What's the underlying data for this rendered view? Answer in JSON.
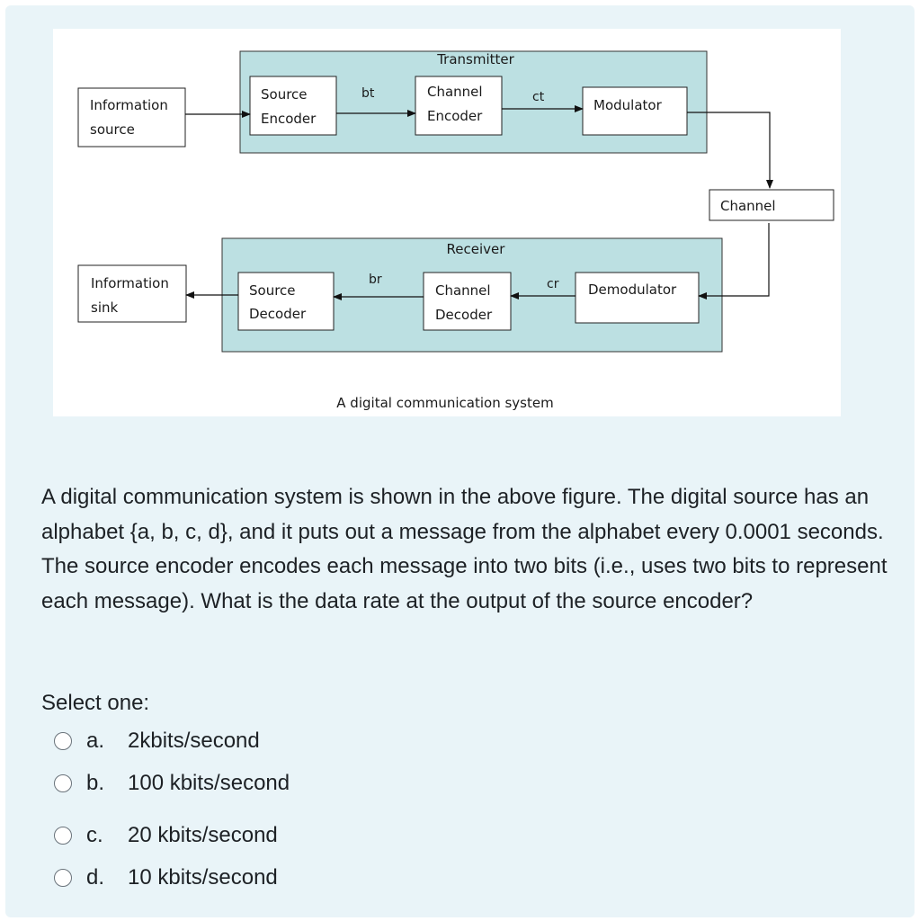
{
  "figure": {
    "transmitter_label": "Transmitter",
    "receiver_label": "Receiver",
    "info_source": [
      "Information",
      "source"
    ],
    "info_sink": [
      "Information",
      "sink"
    ],
    "source_encoder": [
      "Source",
      "Encoder"
    ],
    "channel_encoder": [
      "Channel",
      "Encoder"
    ],
    "modulator": "Modulator",
    "channel": "Channel",
    "demodulator": "Demodulator",
    "channel_decoder": [
      "Channel",
      "Decoder"
    ],
    "source_decoder": [
      "Source",
      "Decoder"
    ],
    "signal_bt": "bt",
    "signal_ct": "ct",
    "signal_br": "br",
    "signal_cr": "cr",
    "caption": "A digital communication system",
    "colors": {
      "block_fill": "#bce0e2",
      "box_border": "#222222"
    }
  },
  "question": {
    "text": "A digital communication system is shown in the above figure.  The digital source has an alphabet {a, b, c, d}, and it puts out a message from the alphabet every 0.0001 seconds. The source encoder encodes each message into two bits (i.e., uses two bits to represent each message). What is the data rate at the output of the source encoder?",
    "select_label": "Select one:",
    "options": [
      {
        "letter": "a.",
        "text": "2kbits/second"
      },
      {
        "letter": "b.",
        "text": "100 kbits/second"
      },
      {
        "letter": "c.",
        "text": "20 kbits/second"
      },
      {
        "letter": "d.",
        "text": "10 kbits/second"
      }
    ]
  },
  "colors": {
    "card_background": "#e9f4f8",
    "text": "#1d2125"
  }
}
